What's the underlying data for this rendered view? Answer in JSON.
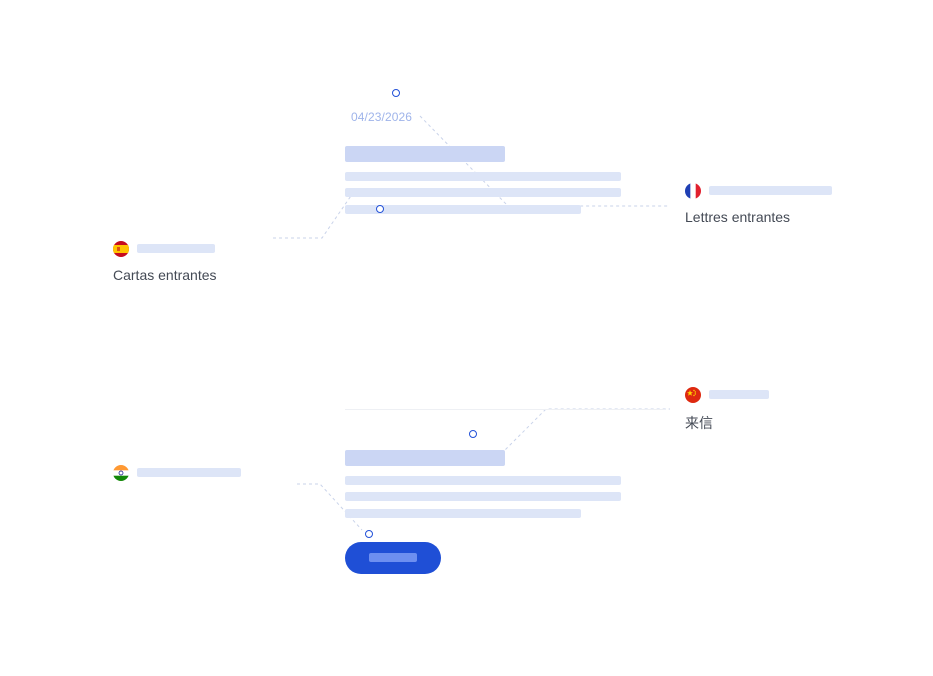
{
  "card_top": {
    "date": "04/23/2026"
  },
  "languages": {
    "spanish": {
      "caption": "Cartas entrantes",
      "flag_icon": "spain-flag-icon"
    },
    "french": {
      "caption": "Lettres entrantes",
      "flag_icon": "france-flag-icon"
    },
    "chinese": {
      "caption": "来信",
      "flag_icon": "china-flag-icon"
    },
    "hindi": {
      "caption": "",
      "flag_icon": "india-flag-icon"
    }
  },
  "colors": {
    "accent": "#1f4fd6",
    "placeholder_light": "#dde5f7",
    "placeholder_title": "#cbd6f4",
    "date_text": "#9fb4ea",
    "connector": "#c9d3ea"
  }
}
